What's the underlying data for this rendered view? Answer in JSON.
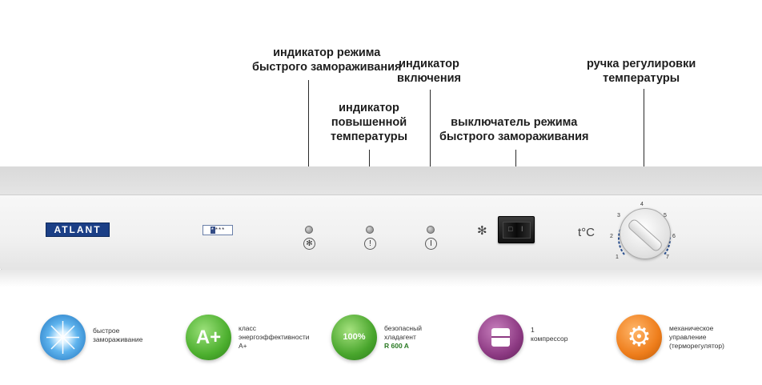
{
  "callouts": {
    "fast_freeze_indicator": [
      "индикатор режима",
      "быстрого замораживания"
    ],
    "power_indicator": [
      "индикатор",
      "включения"
    ],
    "temperature_knob": [
      "ручка регулировки",
      "температуры"
    ],
    "high_temp_indicator": [
      "индикатор",
      "повышенной",
      "температуры"
    ],
    "fast_freeze_switch": [
      "выключатель режима",
      "быстрого замораживания"
    ]
  },
  "panel": {
    "brand": "ATLANT",
    "rating_first": "*",
    "rating_rest": "***",
    "symbols": {
      "fast_freeze": "✻",
      "high_temp": "!",
      "power": "I",
      "switch_freeze": "✻"
    },
    "switch_marks": [
      "□",
      "I"
    ],
    "temperature_unit": "t°C",
    "dial_numbers": [
      "1",
      "2",
      "3",
      "4",
      "5",
      "6",
      "7"
    ]
  },
  "features": [
    {
      "lines": [
        "быстрое",
        "замораживание"
      ],
      "icon": "snowflake-burst-icon",
      "color": "#2b8fd8"
    },
    {
      "lines": [
        "класс",
        "энергоэффективности",
        "А+"
      ],
      "icon": "a-plus-icon",
      "icon_text": "A+",
      "color": "#4caf2e"
    },
    {
      "lines": [
        "безопасный",
        "хладагент"
      ],
      "bold_line": "R 600 A",
      "icon": "eco-leaf-icon",
      "icon_text": "100%",
      "color": "#48a52c"
    },
    {
      "lines": [
        "1",
        "компрессор"
      ],
      "icon": "compressor-icon",
      "color": "#8d3a83"
    },
    {
      "lines": [
        "механическое",
        "управление",
        "(терморегулятор)"
      ],
      "icon": "gear-icon",
      "color": "#ee7d1b"
    }
  ],
  "colors": {
    "brand": "#1b3f86",
    "leader": "#2a2a2a"
  }
}
